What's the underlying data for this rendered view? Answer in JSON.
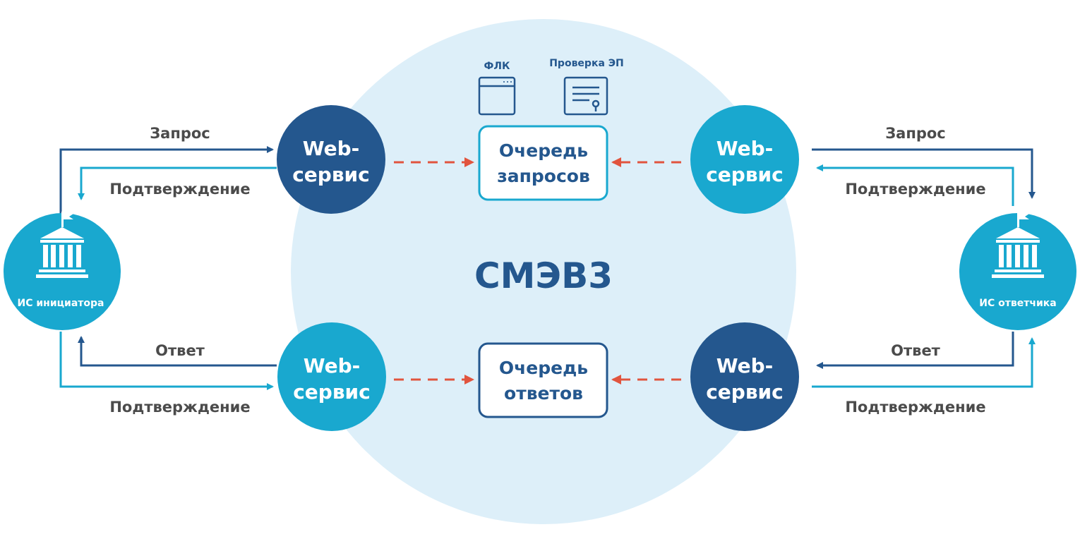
{
  "center_title": "СМЭВ3",
  "initiator": {
    "label": "ИС инициатора"
  },
  "responder": {
    "label": "ИС ответчика"
  },
  "web_services": [
    {
      "line1": "Web-",
      "line2": "сервис"
    },
    {
      "line1": "Web-",
      "line2": "сервис"
    },
    {
      "line1": "Web-",
      "line2": "сервис"
    },
    {
      "line1": "Web-",
      "line2": "сервис"
    }
  ],
  "queues": {
    "requests": {
      "line1": "Очередь",
      "line2": "запросов"
    },
    "responses": {
      "line1": "Очередь",
      "line2": "ответов"
    }
  },
  "checks": {
    "flk": "ФЛК",
    "signature": "Проверка ЭП"
  },
  "edge_labels": {
    "left_request": "Запрос",
    "left_request_ack": "Подтверждение",
    "left_response": "Ответ",
    "left_response_ack": "Подтверждение",
    "right_request": "Запрос",
    "right_request_ack": "Подтверждение",
    "right_response": "Ответ",
    "right_response_ack": "Подтверждение"
  },
  "colors": {
    "dark_blue": "#24578e",
    "light_blue": "#19a8cf",
    "pale_circle": "#ddeff9",
    "arrow_red": "#e1543e",
    "label_gray": "#4b4b4b"
  }
}
